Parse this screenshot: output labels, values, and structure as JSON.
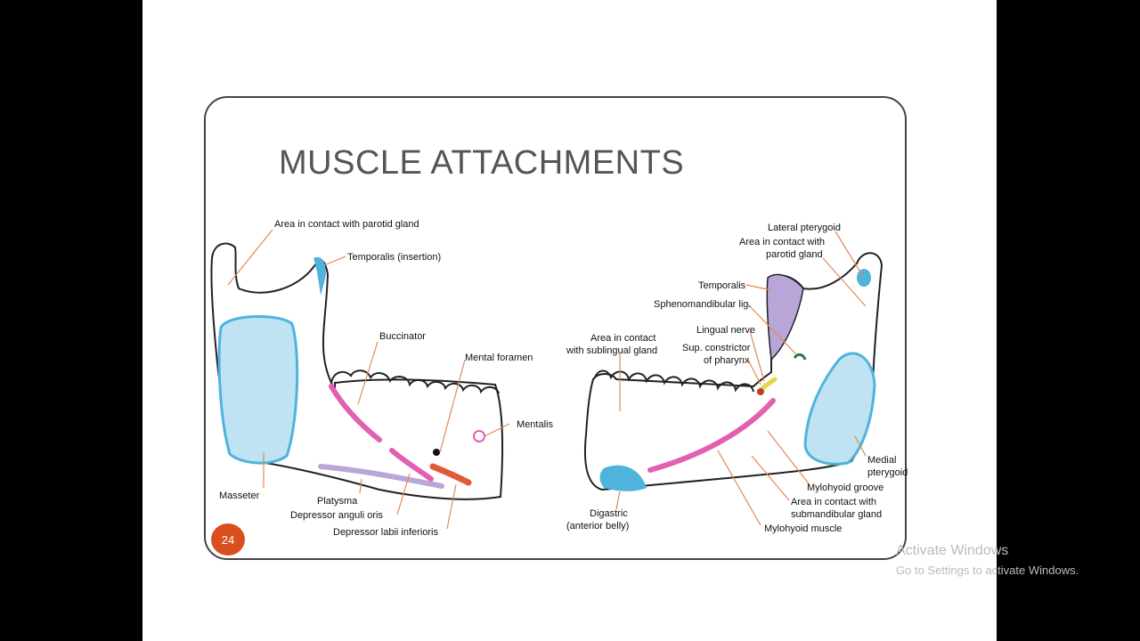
{
  "slide": {
    "title": "MUSCLE ATTACHMENTS",
    "page_number": "24"
  },
  "left_diagram_labels": {
    "parotid": "Area in contact with parotid gland",
    "temporalis": "Temporalis (insertion)",
    "buccinator": "Buccinator",
    "mental_foramen": "Mental foramen",
    "mentalis": "Mentalis",
    "masseter": "Masseter",
    "platysma": "Platysma",
    "depressor_anguli": "Depressor anguli oris",
    "depressor_labii": "Depressor labii inferioris"
  },
  "right_diagram_labels": {
    "lateral_pterygoid": "Lateral pterygoid",
    "parotid_line1": "Area in contact with",
    "parotid_line2": "parotid gland",
    "temporalis": "Temporalis",
    "sphenomandibular": "Sphenomandibular lig.",
    "lingual_nerve": "Lingual nerve",
    "sup_constrictor_line1": "Sup. constrictor",
    "sup_constrictor_line2": "of pharynx",
    "sublingual_line1": "Area in contact",
    "sublingual_line2": "with sublingual gland",
    "medial_pterygoid_line1": "Medial",
    "medial_pterygoid_line2": "pterygoid",
    "mylohyoid_groove": "Mylohyoid groove",
    "submandibular_line1": "Area in contact with",
    "submandibular_line2": "submandibular gland",
    "mylohyoid_muscle": "Mylohyoid muscle",
    "digastric_line1": "Digastric",
    "digastric_line2": "(anterior belly)"
  },
  "watermark": {
    "line1": "Activate Windows",
    "line2": "Go to Settings to activate Windows."
  },
  "colors": {
    "background": "#000000",
    "slide": "#ffffff",
    "muscle_blue": "#bfe3f2",
    "muscle_blue_edge": "#4fb3dd",
    "pink": "#e35fb2",
    "purple": "#b9a6d8",
    "red": "#e05a3a",
    "leader": "#e08a55",
    "badge": "#d9501e"
  }
}
